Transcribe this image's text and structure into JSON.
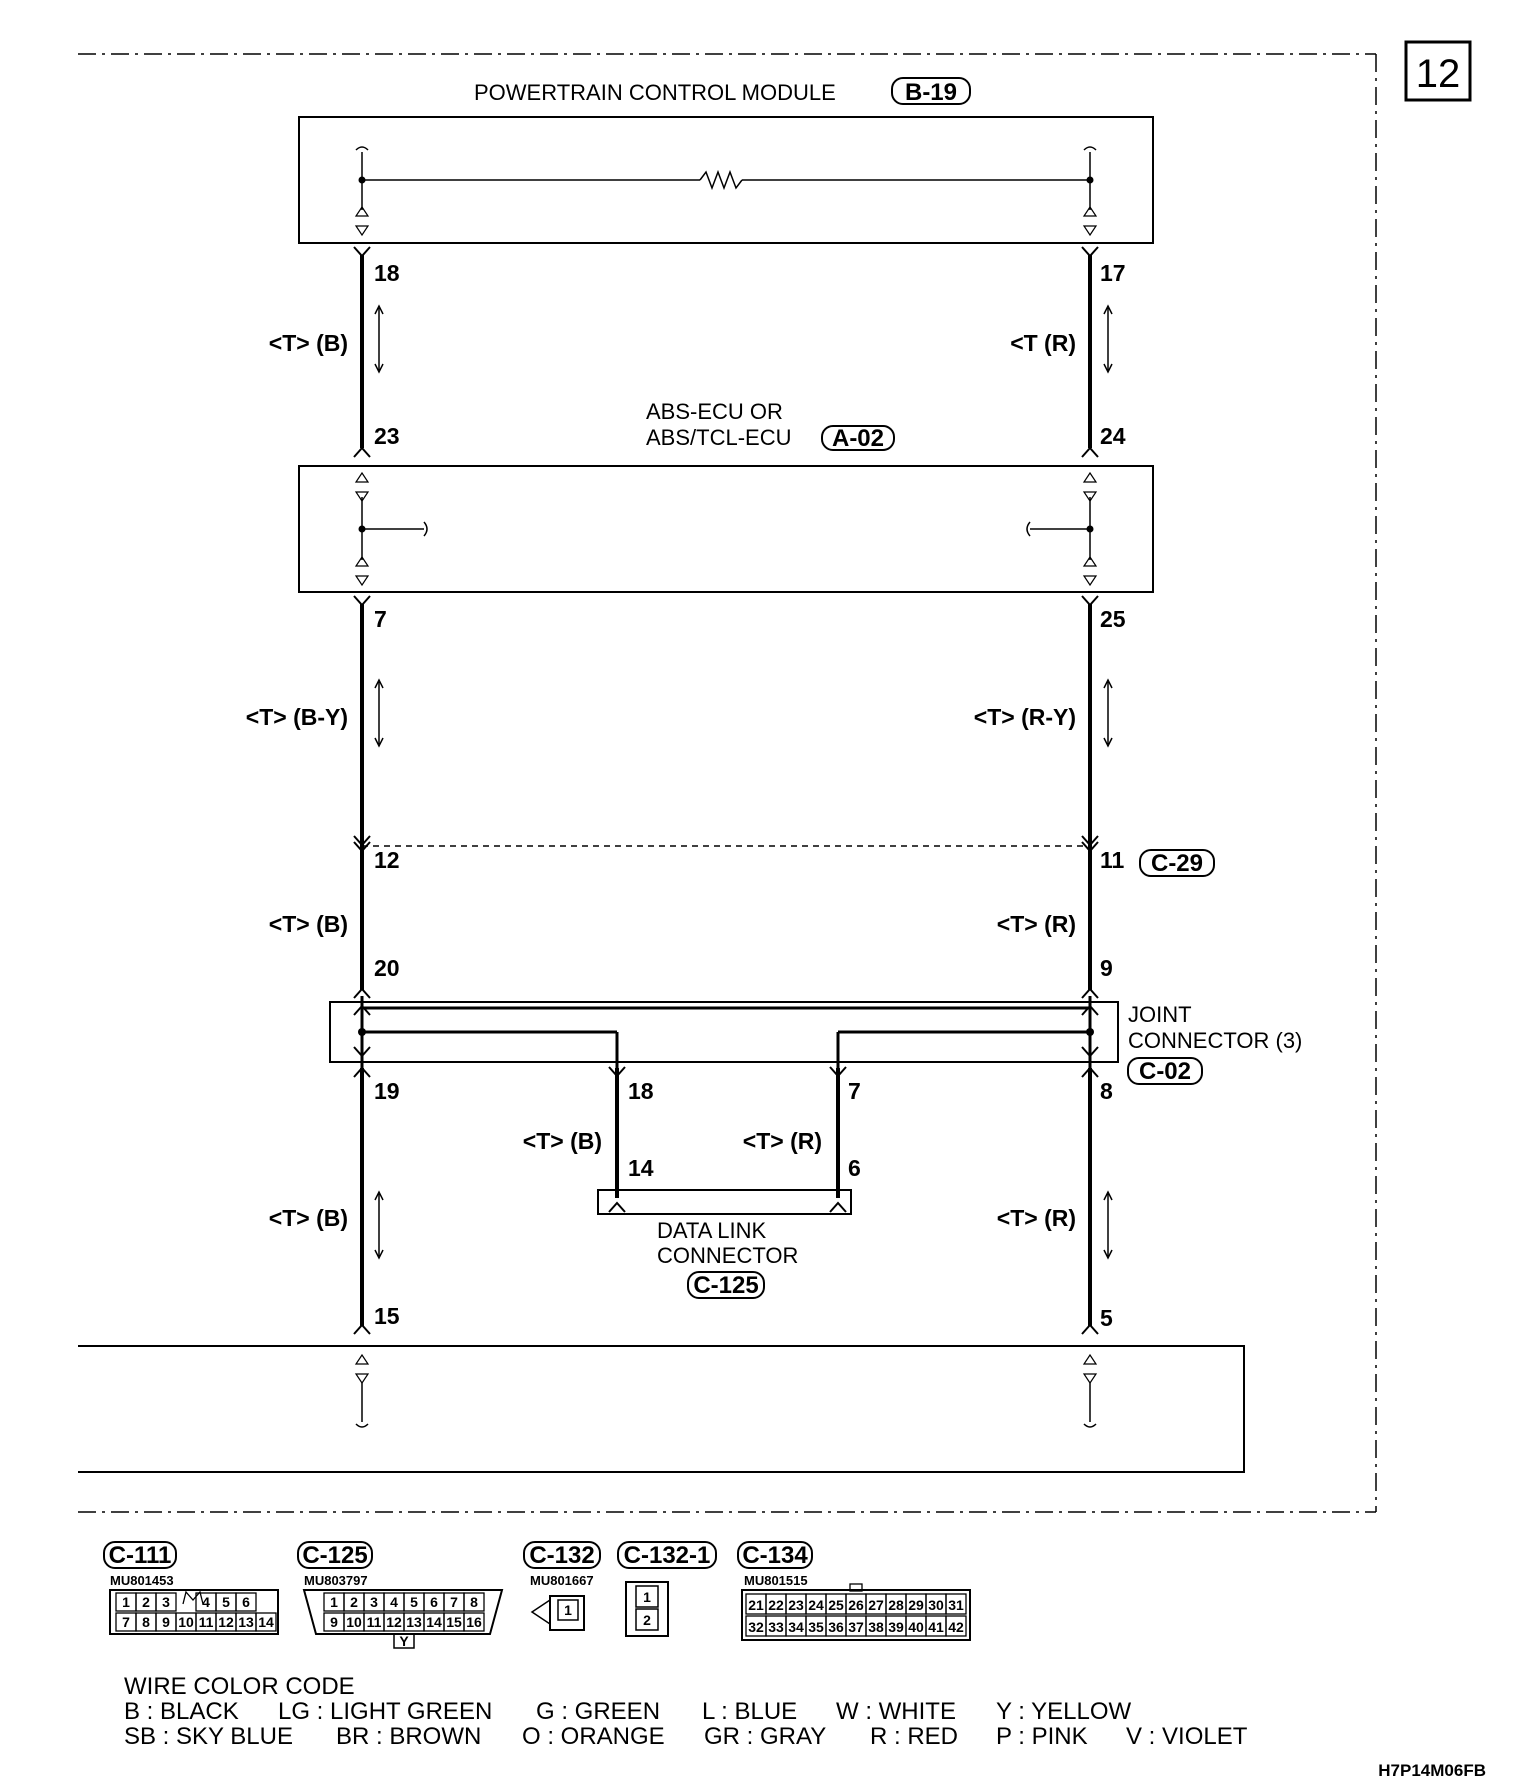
{
  "page_number": "12",
  "figure_code": "H7P14M06FB",
  "pcm": {
    "title": "POWERTRAIN CONTROL MODULE",
    "connector": "B-19"
  },
  "abs": {
    "title_line1": "ABS-ECU OR",
    "title_line2": "ABS/TCL-ECU",
    "connector": "A-02"
  },
  "joint": {
    "title_line1": "JOINT",
    "title_line2": "CONNECTOR (3)",
    "connector": "C-02"
  },
  "dlc": {
    "title_line1": "DATA LINK",
    "title_line2": "CONNECTOR",
    "connector": "C-125"
  },
  "c29": {
    "connector": "C-29"
  },
  "pins": {
    "l18": "18",
    "r17": "17",
    "l23": "23",
    "r24": "24",
    "l7": "7",
    "r25": "25",
    "l12": "12",
    "r11": "11",
    "l20": "20",
    "r9": "9",
    "l19": "19",
    "m18": "18",
    "m7": "7",
    "r8": "8",
    "m14": "14",
    "m6": "6",
    "l15": "15",
    "r5": "5"
  },
  "wires": {
    "w1l": "<T> (B)",
    "w1r": "<T (R)",
    "w2l": "<T> (B-Y)",
    "w2r": "<T> (R-Y)",
    "w3l": "<T> (B)",
    "w3r": "<T> (R)",
    "w4ml": "<T> (B)",
    "w4mr": "<T> (R)",
    "w5l": "<T> (B)",
    "w5r": "<T> (R)"
  },
  "connectors": [
    {
      "id": "C-111",
      "part": "MU801453",
      "row1": [
        "1",
        "2",
        "3",
        "",
        "4",
        "5",
        "6"
      ],
      "row2": [
        "7",
        "8",
        "9",
        "10",
        "11",
        "12",
        "13",
        "14"
      ]
    },
    {
      "id": "C-125",
      "part": "MU803797",
      "row1": [
        "1",
        "2",
        "3",
        "4",
        "5",
        "6",
        "7",
        "8"
      ],
      "row2": [
        "9",
        "10",
        "11",
        "12",
        "13",
        "14",
        "15",
        "16"
      ],
      "tab": "Y"
    },
    {
      "id": "C-132",
      "part": "MU801667",
      "cells": [
        "1"
      ]
    },
    {
      "id": "C-132-1",
      "cells": [
        "1",
        "2"
      ]
    },
    {
      "id": "C-134",
      "part": "MU801515",
      "row1": [
        "21",
        "22",
        "23",
        "24",
        "25",
        "26",
        "27",
        "28",
        "29",
        "30",
        "31"
      ],
      "row2": [
        "32",
        "33",
        "34",
        "35",
        "36",
        "37",
        "38",
        "39",
        "40",
        "41",
        "42"
      ]
    }
  ],
  "legend": {
    "title": "WIRE COLOR CODE",
    "line1": [
      "B : BLACK",
      "LG : LIGHT GREEN",
      "G : GREEN",
      "L : BLUE",
      "W : WHITE",
      "Y : YELLOW"
    ],
    "line2": [
      "SB : SKY BLUE",
      "BR : BROWN",
      "O : ORANGE",
      "GR : GRAY",
      "R : RED",
      "P : PINK",
      "V : VIOLET"
    ]
  }
}
